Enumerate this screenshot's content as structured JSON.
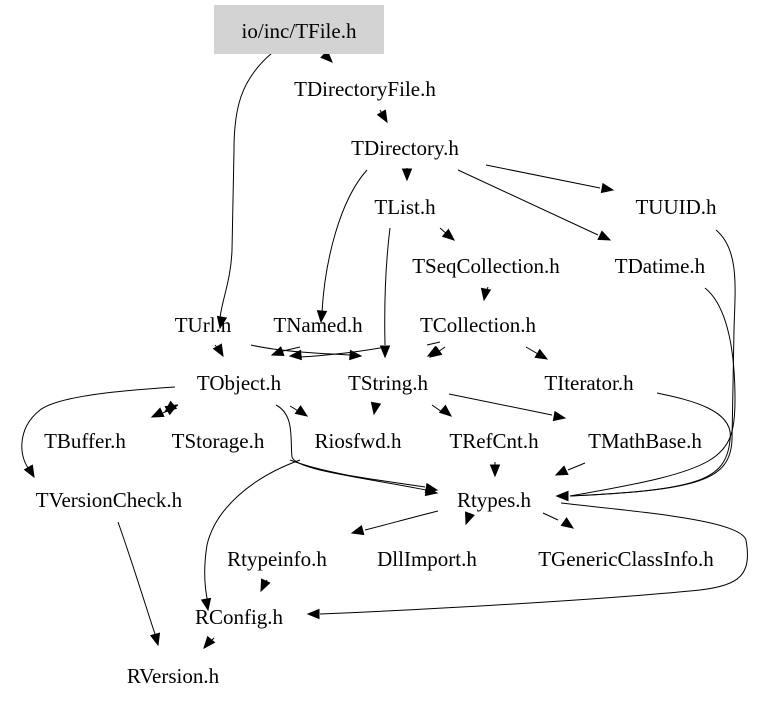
{
  "diagram": {
    "type": "include-dependency-graph",
    "root_node": "io/inc/TFile.h",
    "colors": {
      "root_fill": "#d3d3d3",
      "edge": "#000000",
      "text": "#000000",
      "background": "#ffffff"
    },
    "nodes": [
      {
        "id": "tfile",
        "label": "io/inc/TFile.h",
        "root": true
      },
      {
        "id": "tdirectoryfile",
        "label": "TDirectoryFile.h"
      },
      {
        "id": "tdirectory",
        "label": "TDirectory.h"
      },
      {
        "id": "tlist",
        "label": "TList.h"
      },
      {
        "id": "tuuid",
        "label": "TUUID.h"
      },
      {
        "id": "tseqcollection",
        "label": "TSeqCollection.h"
      },
      {
        "id": "tdatime",
        "label": "TDatime.h"
      },
      {
        "id": "turl",
        "label": "TUrl.h"
      },
      {
        "id": "tnamed",
        "label": "TNamed.h"
      },
      {
        "id": "tcollection",
        "label": "TCollection.h"
      },
      {
        "id": "tobject",
        "label": "TObject.h"
      },
      {
        "id": "tstring",
        "label": "TString.h"
      },
      {
        "id": "titerator",
        "label": "TIterator.h"
      },
      {
        "id": "tbuffer",
        "label": "TBuffer.h"
      },
      {
        "id": "tstorage",
        "label": "TStorage.h"
      },
      {
        "id": "riosfwd",
        "label": "Riosfwd.h"
      },
      {
        "id": "trefcnt",
        "label": "TRefCnt.h"
      },
      {
        "id": "tmathbase",
        "label": "TMathBase.h"
      },
      {
        "id": "tversioncheck",
        "label": "TVersionCheck.h"
      },
      {
        "id": "rtypes",
        "label": "Rtypes.h"
      },
      {
        "id": "rtypeinfo",
        "label": "Rtypeinfo.h"
      },
      {
        "id": "dllimport",
        "label": "DllImport.h"
      },
      {
        "id": "tgenericclassinfo",
        "label": "TGenericClassInfo.h"
      },
      {
        "id": "rconfig",
        "label": "RConfig.h"
      },
      {
        "id": "rversion",
        "label": "RVersion.h"
      }
    ],
    "edges": [
      {
        "from": "tfile",
        "to": "tdirectoryfile"
      },
      {
        "from": "tfile",
        "to": "turl"
      },
      {
        "from": "tdirectoryfile",
        "to": "tdirectory"
      },
      {
        "from": "tdirectory",
        "to": "tlist"
      },
      {
        "from": "tdirectory",
        "to": "tuuid"
      },
      {
        "from": "tdirectory",
        "to": "tdatime"
      },
      {
        "from": "tdirectory",
        "to": "tnamed"
      },
      {
        "from": "tlist",
        "to": "tseqcollection"
      },
      {
        "from": "tlist",
        "to": "tstring"
      },
      {
        "from": "tseqcollection",
        "to": "tcollection"
      },
      {
        "from": "tcollection",
        "to": "tobject"
      },
      {
        "from": "tcollection",
        "to": "tstring"
      },
      {
        "from": "tcollection",
        "to": "titerator"
      },
      {
        "from": "turl",
        "to": "tobject"
      },
      {
        "from": "turl",
        "to": "tstring"
      },
      {
        "from": "tnamed",
        "to": "tobject"
      },
      {
        "from": "tnamed",
        "to": "tstring"
      },
      {
        "from": "tuuid",
        "to": "rtypes"
      },
      {
        "from": "tdatime",
        "to": "rtypes"
      },
      {
        "from": "titerator",
        "to": "rtypes"
      },
      {
        "from": "tobject",
        "to": "tbuffer"
      },
      {
        "from": "tobject",
        "to": "tstorage"
      },
      {
        "from": "tobject",
        "to": "riosfwd"
      },
      {
        "from": "tobject",
        "to": "tversioncheck"
      },
      {
        "from": "tobject",
        "to": "rtypes"
      },
      {
        "from": "tobject",
        "to": "rconfig"
      },
      {
        "from": "tstring",
        "to": "riosfwd"
      },
      {
        "from": "tstring",
        "to": "trefcnt"
      },
      {
        "from": "tstring",
        "to": "tmathbase"
      },
      {
        "from": "tstring",
        "to": "rtypes"
      },
      {
        "from": "tbuffer",
        "to": "tobject"
      },
      {
        "from": "trefcnt",
        "to": "rtypes"
      },
      {
        "from": "tmathbase",
        "to": "rtypes"
      },
      {
        "from": "tversioncheck",
        "to": "rversion"
      },
      {
        "from": "rtypes",
        "to": "rtypeinfo"
      },
      {
        "from": "rtypes",
        "to": "dllimport"
      },
      {
        "from": "rtypes",
        "to": "tgenericclassinfo"
      },
      {
        "from": "rtypes",
        "to": "rconfig"
      },
      {
        "from": "rtypeinfo",
        "to": "rconfig"
      },
      {
        "from": "rconfig",
        "to": "rversion"
      }
    ]
  }
}
